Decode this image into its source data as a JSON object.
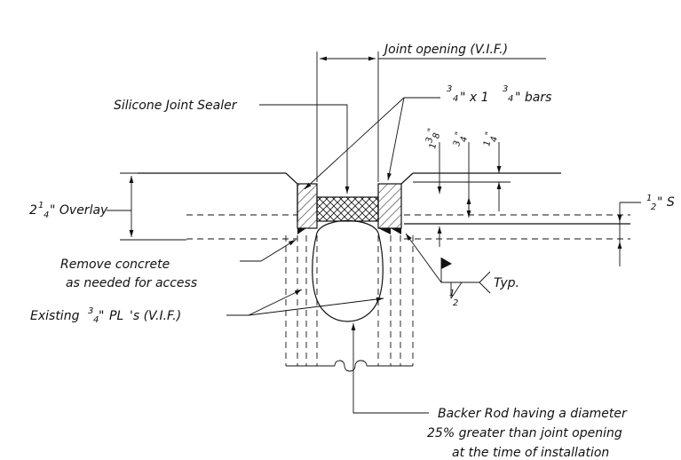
{
  "labels": {
    "joint_opening": "Joint opening (V.I.F.)",
    "silicone_sealer": "Silicone Joint Sealer",
    "bars_a": "3",
    "bars_b": "4",
    "bars_c": "\" x 1",
    "bars_d": "3",
    "bars_e": "4",
    "bars_f": "\" bars",
    "overlay_a": "2",
    "overlay_b": "1",
    "overlay_c": "4",
    "overlay_d": "\" Overlay",
    "remove_concrete_1": "Remove concrete",
    "remove_concrete_2": "as needed for access",
    "existing_a": "Existing",
    "existing_b": "3",
    "existing_c": "4",
    "existing_d": "\" ",
    "existing_e": "PL",
    "existing_f": "'s (V.I.F.)",
    "typ": "Typ.",
    "weld_size_a": "1",
    "weld_size_b": "2",
    "half_s_a": "1",
    "half_s_b": "2",
    "half_s_c": "\" S",
    "dim_a_1": "1",
    "dim_a_2": "3",
    "dim_a_3": "8",
    "dim_a_4": "\"",
    "dim_b_1": "3",
    "dim_b_2": "4",
    "dim_b_3": "\"",
    "dim_c_1": "1",
    "dim_c_2": "4",
    "dim_c_3": "\"",
    "backer_1": "Backer Rod having a diameter",
    "backer_2": "25% greater than joint opening",
    "backer_3": "at the time of installation"
  }
}
